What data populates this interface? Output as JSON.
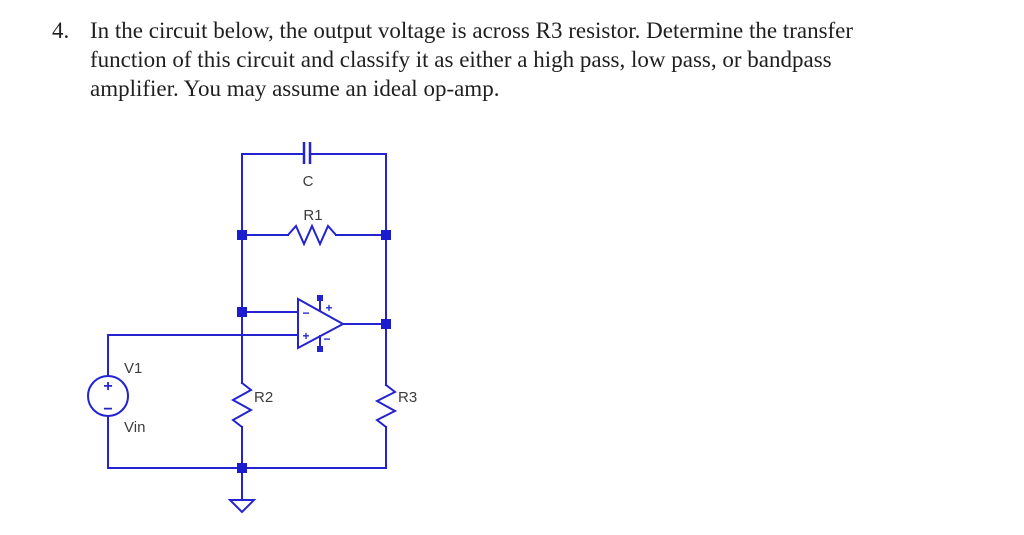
{
  "question": {
    "number": "4.",
    "lines": [
      "In the circuit below, the output voltage is across R3 resistor. Determine the transfer",
      "function of this circuit and classify it as either a high pass, low pass, or bandpass",
      "amplifier. You may assume an ideal op-amp."
    ]
  },
  "circuit": {
    "capacitor_label": "C",
    "r1_label": "R1",
    "r2_label": "R2",
    "r3_label": "R3",
    "source_name": "V1",
    "source_value": "Vin",
    "source_plus": "+",
    "source_minus": "−",
    "opamp": {
      "inverting_label": "−",
      "noninverting_label": "+",
      "supply_plus_label": "+",
      "supply_minus_label": "−"
    },
    "colors": {
      "wire_blue": "#2323d0",
      "label_gray": "#3c3c3c",
      "question_text": "#1f1f1f"
    }
  }
}
